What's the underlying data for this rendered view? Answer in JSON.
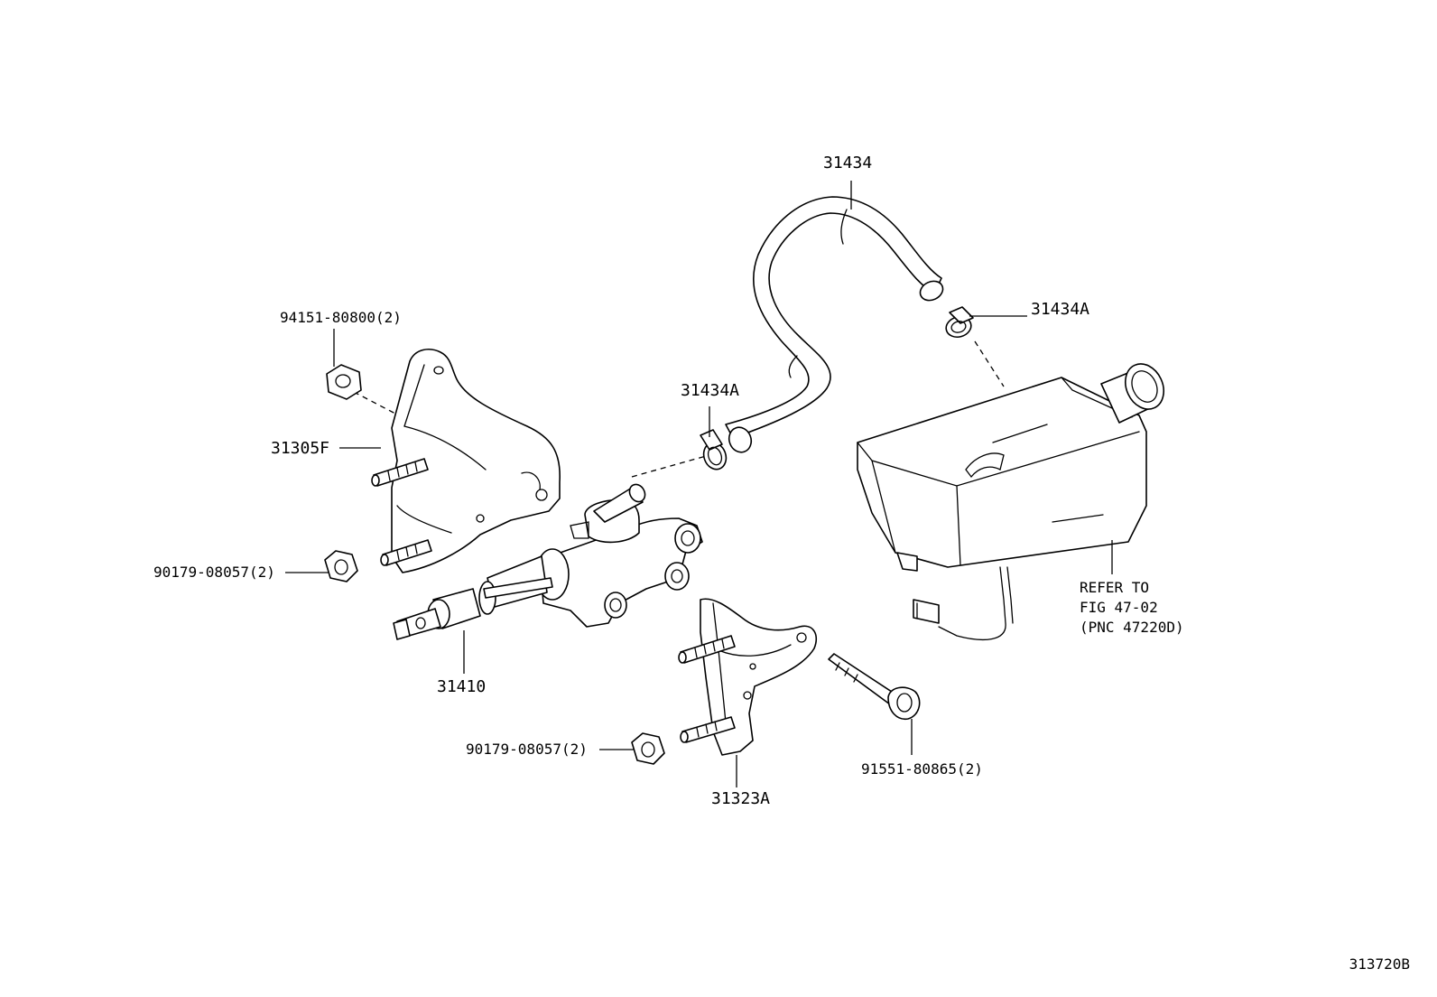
{
  "labels": {
    "p31434": "31434",
    "p31434a_right": "31434A",
    "p31434a_left": "31434A",
    "p94151": "94151-80800(2)",
    "p31305f": "31305F",
    "p90179_upper": "90179-08057(2)",
    "p31410": "31410",
    "p90179_lower": "90179-08057(2)",
    "p31323a": "31323A",
    "p91551": "91551-80865(2)"
  },
  "reference_note": {
    "line1": "REFER TO",
    "line2": "FIG 47-02",
    "line3": "(PNC 47220D)"
  },
  "figure_id": "313720B",
  "parts": [
    "hose-icon",
    "hose-clamp-icon",
    "reservoir-tank-icon",
    "nut-icon",
    "bracket-icon",
    "stud-icon",
    "clutch-master-cylinder-icon",
    "bolt-icon",
    "connector-icon"
  ]
}
